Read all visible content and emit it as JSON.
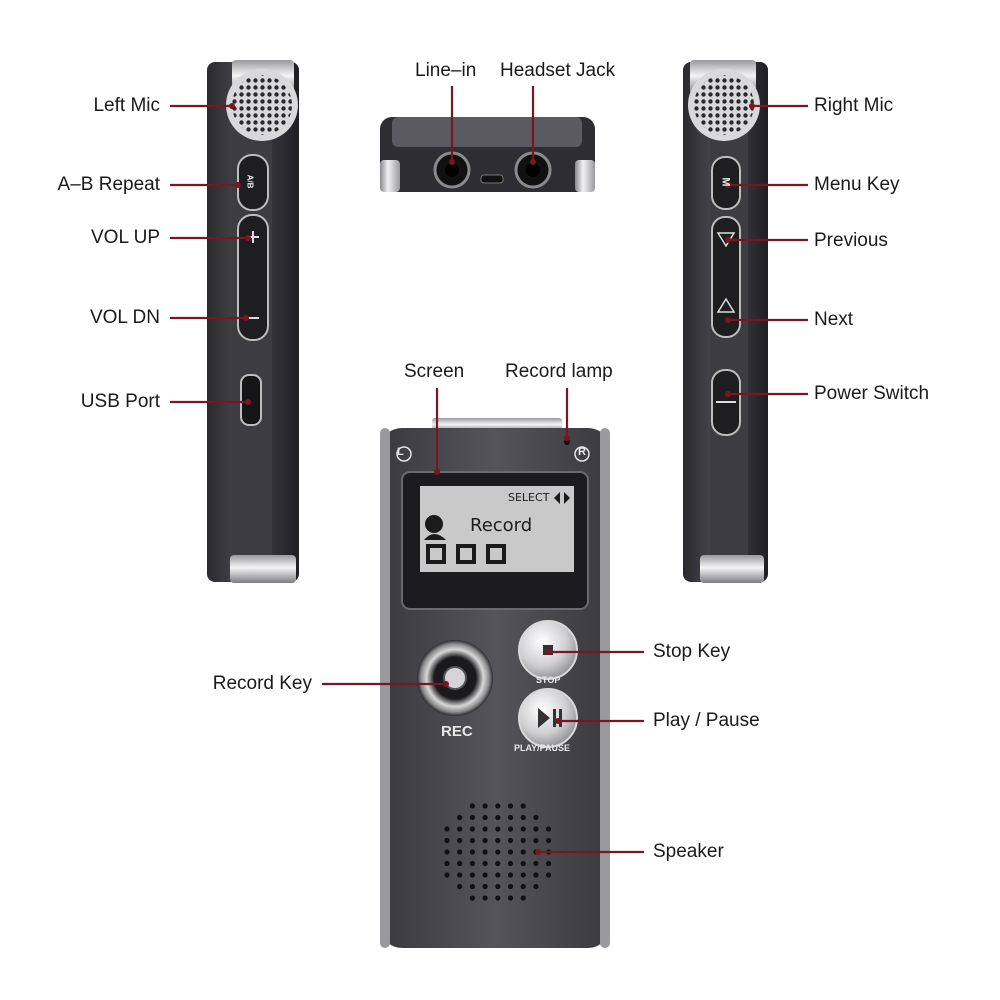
{
  "labels": {
    "left_mic": "Left Mic",
    "ab_repeat": "A–B Repeat",
    "vol_up": "VOL UP",
    "vol_dn": "VOL DN",
    "usb_port": "USB Port",
    "line_in": "Line–in",
    "headset_jack": "Headset Jack",
    "right_mic": "Right Mic",
    "menu_key": "Menu Key",
    "previous": "Previous",
    "next": "Next",
    "power_switch": "Power Switch",
    "screen": "Screen",
    "record_lamp": "Record lamp",
    "record_key": "Record Key",
    "stop_key": "Stop Key",
    "play_pause": "Play / Pause",
    "speaker": "Speaker"
  },
  "device": {
    "mic_left_mark": "L",
    "mic_right_mark": "R",
    "screen_select": "SELECT",
    "screen_mode": "Record",
    "rec_caption": "REC",
    "stop_caption": "STOP",
    "play_caption": "PLAY/PAUSE",
    "side_ab_mark": "A/B",
    "side_menu_mark": "M"
  },
  "colors": {
    "body": "#4a4a4e",
    "leader": "#7a1524",
    "screen_bg": "#c9c9c9"
  }
}
